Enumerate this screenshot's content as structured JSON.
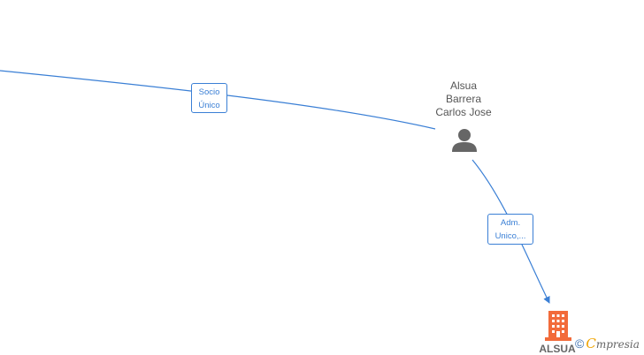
{
  "nodes": {
    "person": {
      "name_lines": [
        "Alsua",
        "Barrera",
        "Carlos Jose"
      ],
      "icon": "person-icon",
      "color": "#666666"
    },
    "company": {
      "name": "ALSUA",
      "icon": "building-icon",
      "color": "#f26b3a"
    }
  },
  "edges": {
    "socio": {
      "label_lines": [
        "Socio",
        "Único"
      ],
      "color": "#3a7fd5"
    },
    "adm": {
      "label_lines": [
        "Adm.",
        "Unico,..."
      ],
      "color": "#3a7fd5"
    }
  },
  "watermark": {
    "symbol": "©",
    "brand_first": "C",
    "brand_rest": "mpresia"
  }
}
